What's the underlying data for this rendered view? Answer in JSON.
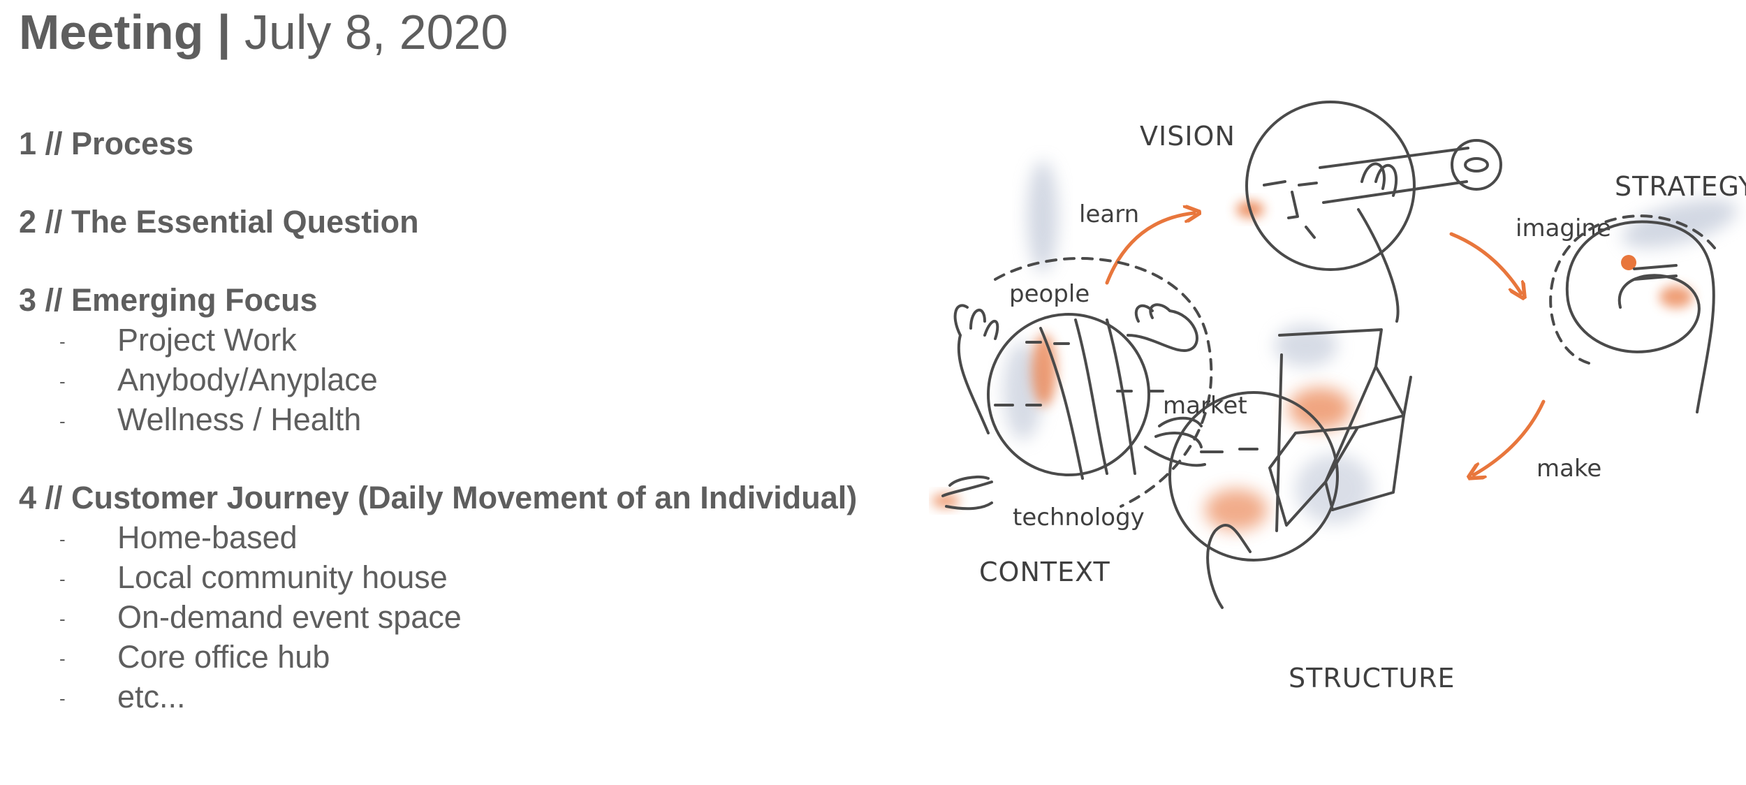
{
  "header": {
    "title_bold": "Meeting",
    "title_separator": " | ",
    "title_date": "July 8, 2020"
  },
  "agenda": {
    "sections": [
      {
        "heading": "1 // Process",
        "items": []
      },
      {
        "heading": "2 // The Essential Question",
        "items": []
      },
      {
        "heading": "3 // Emerging Focus",
        "items": [
          "Project Work",
          "Anybody/Anyplace",
          "Wellness / Health"
        ]
      },
      {
        "heading": "4 // Customer Journey (Daily Movement of an Individual)",
        "items": [
          "Home-based",
          "Local community house",
          "On-demand event space",
          "Core office hub",
          "etc..."
        ]
      }
    ],
    "bullet": "-"
  },
  "sketch": {
    "labels": {
      "vision": "VISION",
      "strategy": "STRATEGY",
      "structure": "STRUCTURE",
      "context": "CONTEXT",
      "learn": "learn",
      "imagine": "imagine",
      "make": "make",
      "people": "people",
      "market": "market",
      "technology": "technology"
    },
    "colors": {
      "accent": "#e8763c",
      "ink": "#4a4a4a",
      "shade": "#aeb8cc"
    }
  }
}
